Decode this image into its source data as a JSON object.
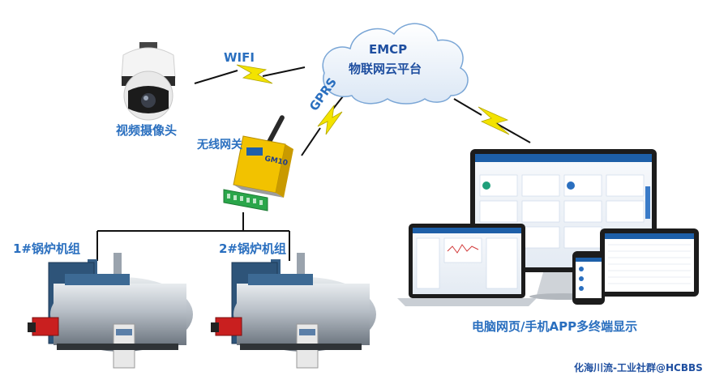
{
  "cloud": {
    "line1": "EMCP",
    "line2": "物联网云平台"
  },
  "links": {
    "wifi": "WIFI",
    "gprs": "GPRS"
  },
  "camera": {
    "label": "视频摄像头"
  },
  "gateway": {
    "label": "无线网关",
    "device_text": "GM10"
  },
  "boilers": [
    {
      "label": "1#锅炉机组"
    },
    {
      "label": "2#锅炉机组"
    }
  ],
  "display": {
    "caption": "电脑网页/手机APP多终端显示"
  },
  "watermark": "化海川流-工业社群@HCBBS",
  "colors": {
    "label_blue": "#2a6fbf",
    "lightning": "#f3e300",
    "gateway": "#f2c200"
  }
}
